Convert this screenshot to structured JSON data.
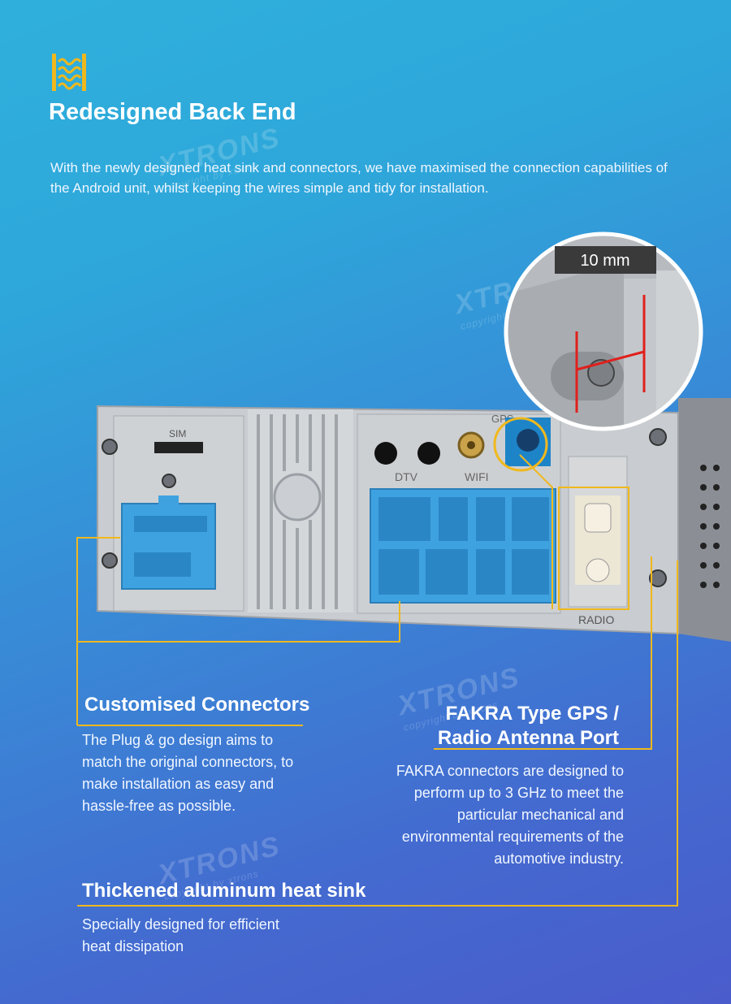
{
  "header": {
    "title": "Redesigned Back End",
    "intro": "With the newly designed heat sink and connectors, we have maximised the connection capabilities of the Android unit, whilst keeping the wires simple and tidy for installation."
  },
  "device_labels": {
    "sim": "SIM",
    "dtv": "DTV",
    "wifi": "WIFI",
    "gps": "GPS",
    "radio": "RADIO",
    "zoom_measure": "10 mm"
  },
  "features": {
    "connectors": {
      "title": "Customised Connectors",
      "desc": "The Plug & go design aims to match the original connectors, to make installation as easy and hassle-free as possible."
    },
    "fakra": {
      "title_line1": "FAKRA Type GPS /",
      "title_line2": "Radio Antenna Port",
      "desc": "FAKRA connectors are designed to perform up to 3 GHz to meet the particular mechanical and environmental requirements of the automotive industry."
    },
    "heatsink": {
      "title": "Thickened aluminum heat sink",
      "desc": "Specially designed for efficient heat dissipation"
    }
  },
  "watermark": {
    "brand": "XTRONS",
    "sub": "copyright by xtrons"
  },
  "colors": {
    "accent_line": "#f0b81c",
    "connector_blue": "#3fa2e0",
    "measure_red": "#e0201c"
  }
}
